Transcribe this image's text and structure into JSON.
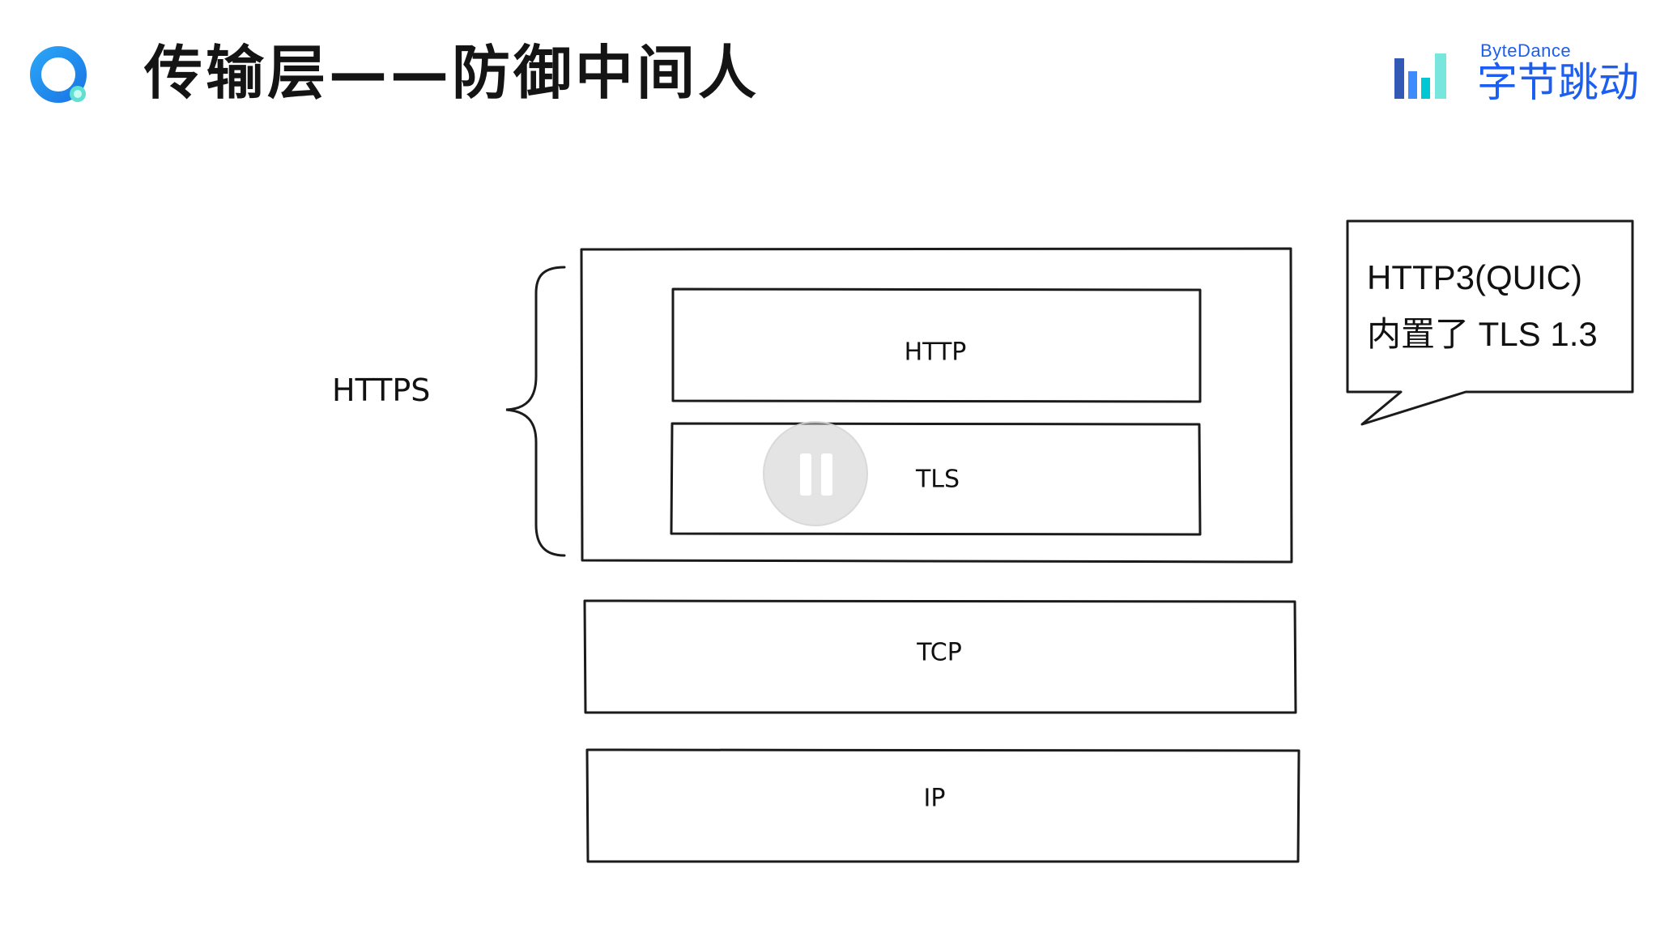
{
  "header": {
    "title": "传输层——防御中间人",
    "app_logo_icon": "q-ring-logo-icon",
    "brand": {
      "name_en": "ByteDance",
      "name_cn": "字节跳动",
      "color": "#1c5ef0"
    }
  },
  "diagram": {
    "group_label": "HTTPS",
    "layers": {
      "http": "HTTP",
      "tls": "TLS",
      "tcp": "TCP",
      "ip": "IP"
    },
    "callout": {
      "line1": "HTTP3(QUIC)",
      "line2": "内置了 TLS 1.3"
    }
  },
  "player": {
    "pause_icon": "pause-icon"
  }
}
